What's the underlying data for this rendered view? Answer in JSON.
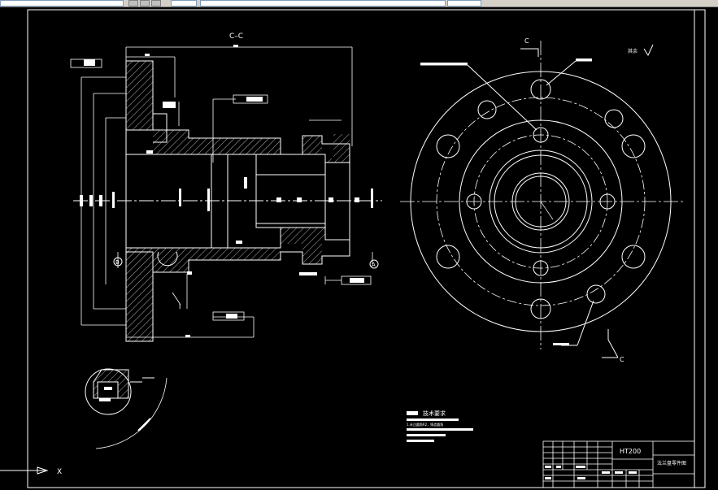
{
  "drawing": {
    "section_label": "C–C",
    "cut_label_top": "C",
    "cut_label_bottom": "C",
    "roughness_text": "其余",
    "detail_label": "I",
    "datum_a": "A",
    "datum_b": "B",
    "tech_title": "技术要求",
    "tech_line1": "1.未注圆角R2，铸造圆角",
    "material": "HT200",
    "part_name": "法兰盘零件图",
    "ucs_x": "X"
  },
  "colors": {
    "background": "#000000",
    "lines": "#ffffff",
    "toolbar": "#d4d0c8"
  }
}
